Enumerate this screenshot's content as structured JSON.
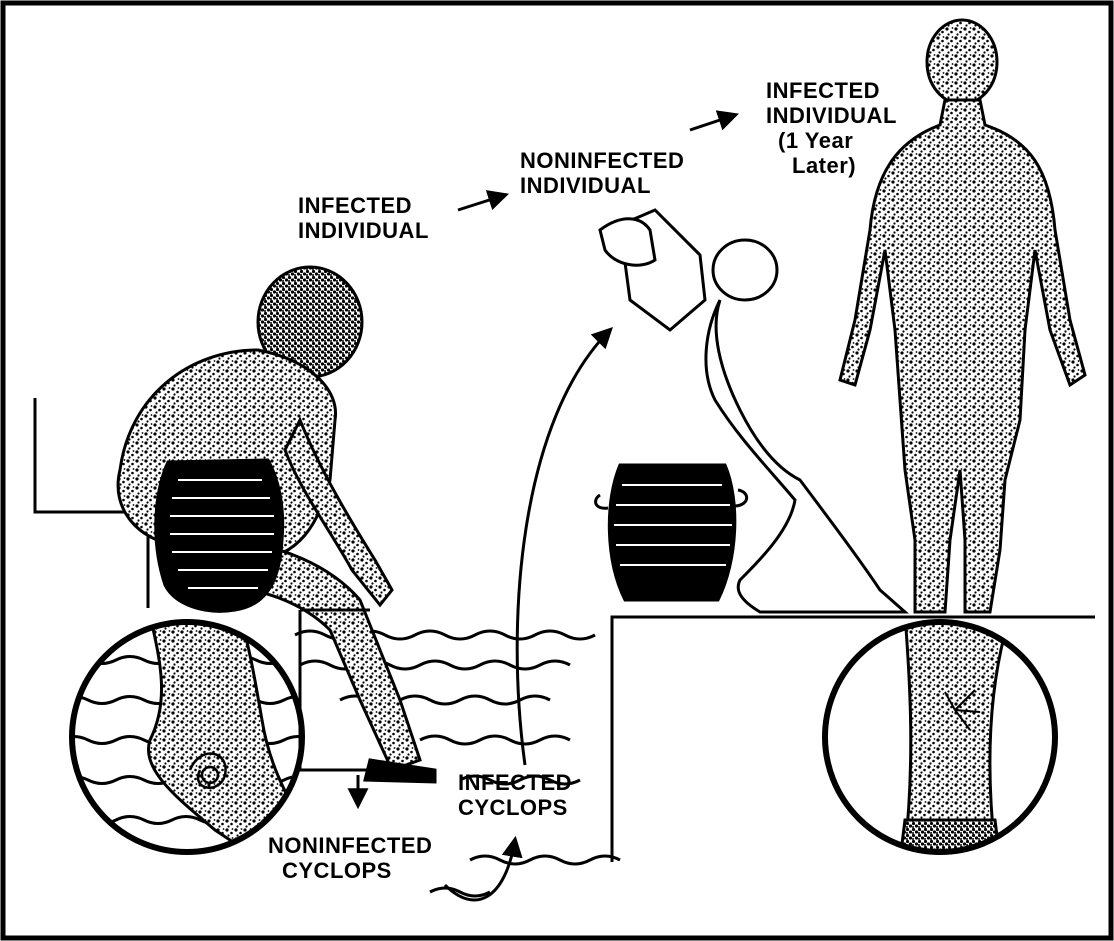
{
  "labels": {
    "infected_individual": {
      "line1": "INFECTED",
      "line2": "INDIVIDUAL"
    },
    "noninfected_individual": {
      "line1": "NONINFECTED",
      "line2": "INDIVIDUAL"
    },
    "infected_individual_later": {
      "line1": "INFECTED",
      "line2": "INDIVIDUAL",
      "line3": "(1 Year",
      "line4": "Later)"
    },
    "infected_cyclops": {
      "line1": "INFECTED",
      "line2": "CYCLOPS"
    },
    "noninfected_cyclops": {
      "line1": "NONINFECTED",
      "line2": "CYCLOPS"
    }
  },
  "colors": {
    "ink": "#000000",
    "paper": "#ffffff"
  }
}
